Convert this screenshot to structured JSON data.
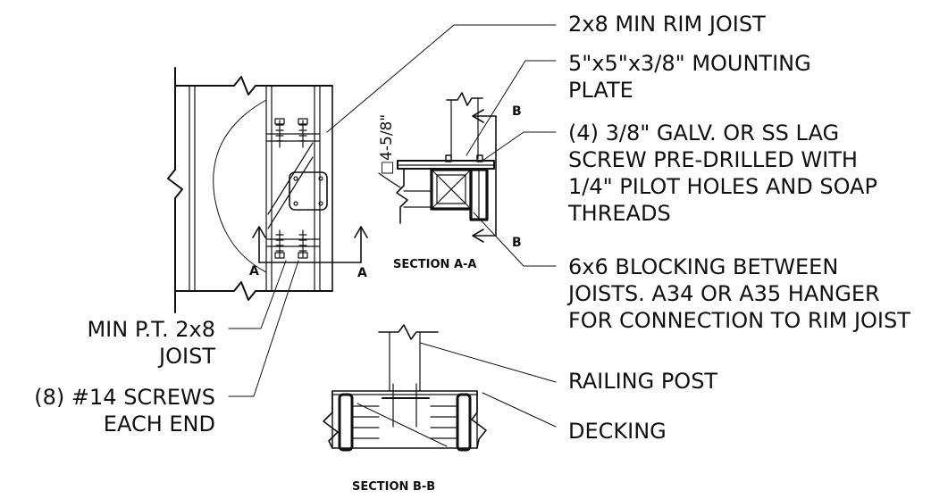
{
  "labels": {
    "rim_joist": "2x8 MIN RIM JOIST",
    "mounting_plate_1": "5\"x5\"x3/8\" MOUNTING",
    "mounting_plate_2": "PLATE",
    "lag_screw_1": "(4) 3/8\" GALV. OR SS LAG",
    "lag_screw_2": "SCREW PRE-DRILLED WITH",
    "lag_screw_3": "1/4\" PILOT HOLES AND SOAP",
    "lag_screw_4": "THREADS",
    "blocking_1": "6x6 BLOCKING BETWEEN",
    "blocking_2": "JOISTS. A34 OR A35 HANGER",
    "blocking_3": "FOR CONNECTION TO RIM JOIST",
    "joist_1": "MIN P.T. 2x8",
    "joist_2": "JOIST",
    "screws_1": "(8) #14 SCREWS",
    "screws_2": "EACH END",
    "railing_post": "RAILING POST",
    "decking": "DECKING"
  },
  "sections": {
    "a_caption": "SECTION A-A",
    "b_caption": "SECTION B-B",
    "mark_a": "A",
    "mark_b": "B"
  },
  "dimension": "□4-5/8\"",
  "colors": {
    "line": "#111111",
    "background": "#ffffff"
  }
}
